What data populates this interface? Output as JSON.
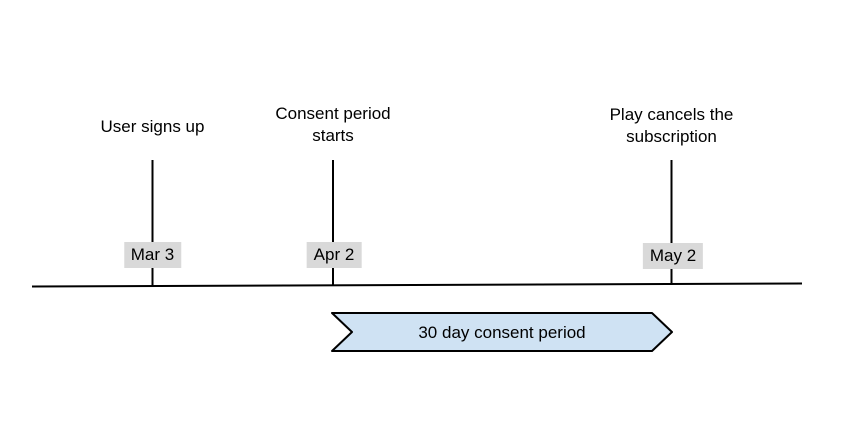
{
  "diagram": {
    "type": "timeline",
    "events": [
      {
        "label": "User signs up",
        "date": "Mar 3"
      },
      {
        "label": "Consent period starts",
        "date": "Apr 2"
      },
      {
        "label": "Play cancels the subscription",
        "date": "May 2"
      }
    ],
    "ribbon": {
      "label": "30 day consent period",
      "starts_at": "Apr 2",
      "ends_at": "May 2"
    }
  },
  "colors": {
    "canvas_bg": "#ffffff",
    "text_color": "#000000",
    "line_color": "#000000",
    "badge_bg": "#d9d9d9",
    "ribbon_fill": "#cfe2f3"
  }
}
